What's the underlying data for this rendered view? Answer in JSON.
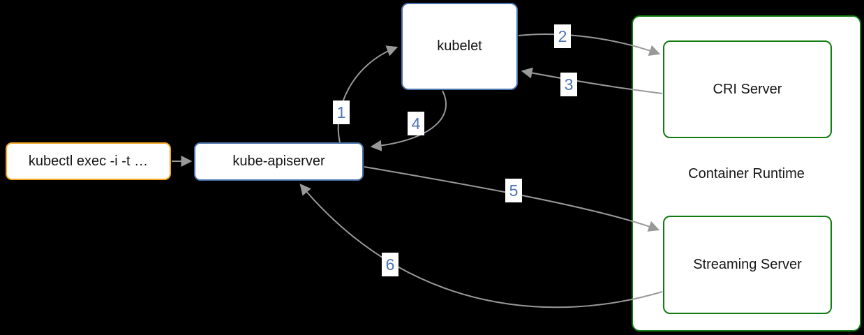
{
  "diagram": {
    "background_color": "#000000",
    "node_fill_color": "#ffffff",
    "arrow_color": "#999999",
    "step_label_color": "#4d74b5",
    "nodes": {
      "kubectl": {
        "label": "kubectl exec -i -t …",
        "border_color": "#f5a623"
      },
      "kube_apiserver": {
        "label": "kube-apiserver",
        "border_color": "#4a74ad"
      },
      "kubelet": {
        "label": "kubelet",
        "border_color": "#4a74ad"
      },
      "container_runtime": {
        "label": "Container Runtime",
        "border_color": "#127c12"
      },
      "cri_server": {
        "label": "CRI Server",
        "border_color": "#127c12"
      },
      "streaming_server": {
        "label": "Streaming Server",
        "border_color": "#127c12"
      }
    },
    "edges": {
      "e0": {
        "label": "",
        "from": "kubectl",
        "to": "kube_apiserver"
      },
      "e1": {
        "label": "1",
        "from": "kube_apiserver",
        "to": "kubelet"
      },
      "e2": {
        "label": "2",
        "from": "kubelet",
        "to": "cri_server"
      },
      "e3": {
        "label": "3",
        "from": "cri_server",
        "to": "kubelet"
      },
      "e4": {
        "label": "4",
        "from": "kubelet",
        "to": "kube_apiserver"
      },
      "e5": {
        "label": "5",
        "from": "kube_apiserver",
        "to": "streaming_server"
      },
      "e6": {
        "label": "6",
        "from": "streaming_server",
        "to": "kube_apiserver"
      }
    }
  }
}
